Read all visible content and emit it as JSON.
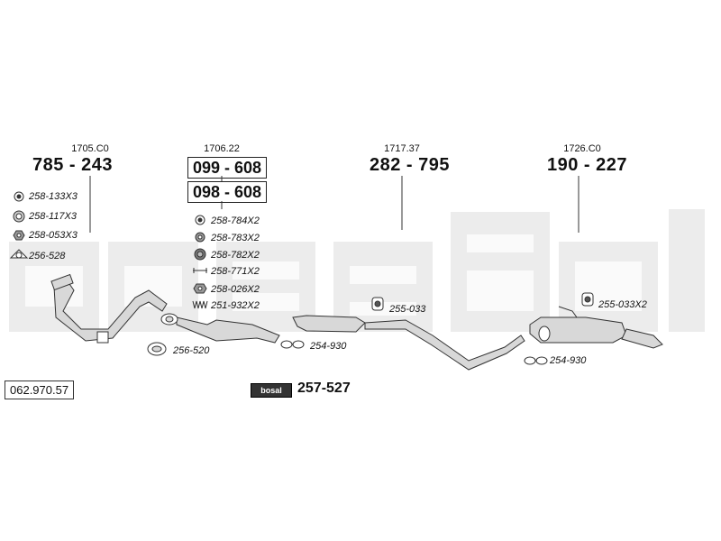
{
  "colors": {
    "watermark": "#ececec",
    "line": "#333333",
    "part_fill": "#d0d0d0"
  },
  "watermark_text": "bosal",
  "catalog_number": "062.970.57",
  "groups": [
    {
      "ref": "1705.C0",
      "number": "785 - 243",
      "parts": [
        "258-133X3",
        "258-117X3",
        "258-053X3",
        "256-528"
      ]
    },
    {
      "ref": "1706.22",
      "number_boxed": [
        "099 - 608",
        "098 - 608"
      ],
      "parts": [
        "258-784X2",
        "258-783X2",
        "258-782X2",
        "258-771X2",
        "258-026X2",
        "251-932X2"
      ],
      "extra_part": "256-520"
    },
    {
      "ref": "1717.37",
      "number": "282 - 795",
      "parts": [
        "255-033",
        "254-930"
      ]
    },
    {
      "ref": "1726.C0",
      "number": "190 - 227",
      "parts": [
        "255-033X2",
        "254-930"
      ]
    }
  ],
  "kit": {
    "label": "bosal",
    "number": "257-527"
  },
  "icons": [
    "washer-icon",
    "ring-icon",
    "nut-icon",
    "gasket-icon",
    "hanger-icon",
    "clamp-icon",
    "spring-icon",
    "bolt-icon"
  ]
}
